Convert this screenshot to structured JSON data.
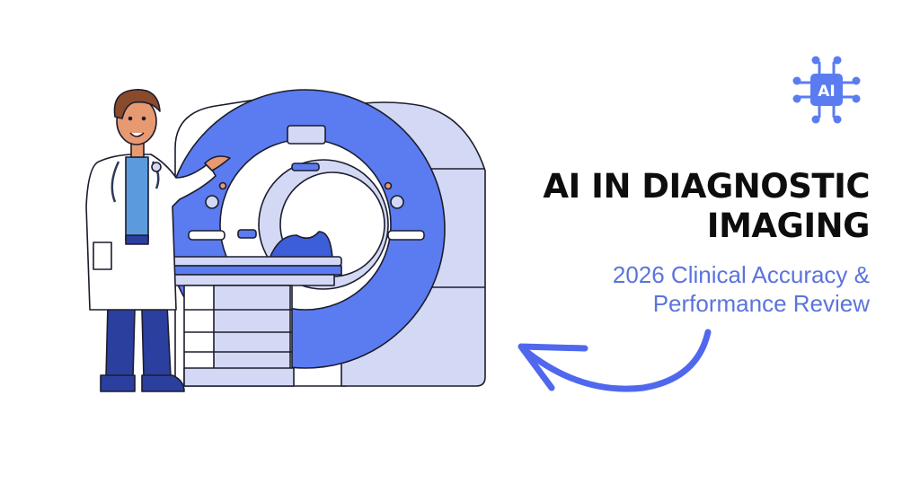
{
  "title": {
    "line1": "AI IN DIAGNOSTIC",
    "line2": "IMAGING"
  },
  "subtitle": {
    "line1": "2026 Clinical Accuracy &",
    "line2": "Performance Review"
  },
  "badge": {
    "icon": "ai-chip-icon",
    "label": "AI"
  },
  "illustration": {
    "subject": "doctor-presenting-mri-scanner",
    "icon": "mri-scanner-icon"
  },
  "colors": {
    "accent": "#5b7cf0",
    "accent_dark": "#2b3f9e",
    "light_fill": "#d3d8f4",
    "title": "#0d0d0d",
    "subtitle": "#5b74dc",
    "skin": "#e79a72",
    "hair": "#8a4b2c"
  }
}
